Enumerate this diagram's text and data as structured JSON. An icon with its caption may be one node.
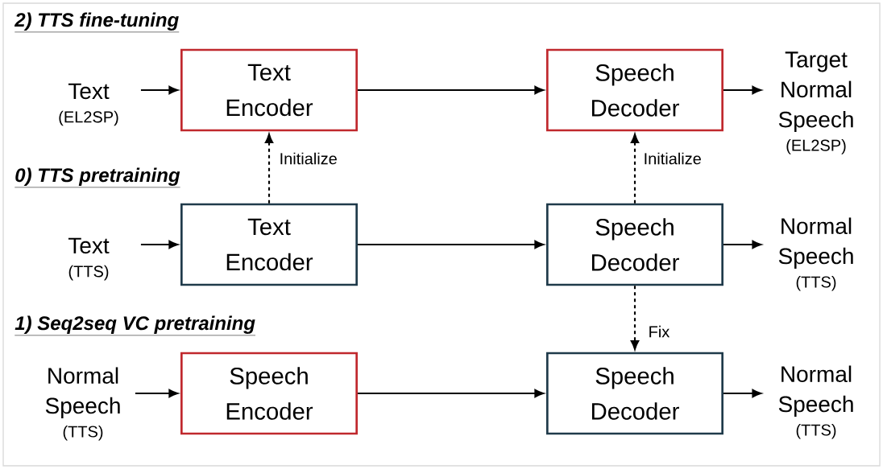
{
  "diagram": {
    "nodes": [
      {
        "text": [
          "Text",
          "(EL2SP)"
        ]
      },
      {
        "text": [
          "Text Encoder"
        ]
      },
      {
        "text": [
          "Speech Decoder"
        ]
      },
      {
        "text": [
          "Target Normal Speech",
          "(EL2SP)"
        ]
      },
      {
        "text": [
          "Text",
          "(TTS)"
        ]
      },
      {
        "text": [
          "Text Encoder"
        ]
      },
      {
        "text": [
          "Speech Decoder"
        ]
      },
      {
        "text": [
          "Normal Speech",
          "(TTS)"
        ]
      },
      {
        "text": [
          "Normal Speech",
          "(TTS)"
        ]
      },
      {
        "text": [
          "Speech Encoder"
        ]
      },
      {
        "text": [
          "Speech Decoder"
        ]
      },
      {
        "text": [
          "Normal Speech",
          "(TTS)"
        ]
      }
    ],
    "edges": [
      {
        "from": 0,
        "to": 1,
        "arrow": "to"
      },
      {
        "from": 1,
        "to": 2,
        "arrow": "to"
      },
      {
        "from": 2,
        "to": 3,
        "arrow": "to"
      },
      {
        "from": 5,
        "to": 1,
        "arrow": "to",
        "style": "dashed",
        "label": "Initialize"
      },
      {
        "from": 6,
        "to": 2,
        "arrow": "to",
        "style": "dashed",
        "label": "Initialize"
      },
      {
        "from": 4,
        "to": 5,
        "arrow": "to"
      },
      {
        "from": 5,
        "to": 6,
        "arrow": "to"
      },
      {
        "from": 6,
        "to": 7,
        "arrow": "to"
      },
      {
        "from": 6,
        "to": 10,
        "arrow": "to",
        "style": "dashed",
        "label": "Fix"
      },
      {
        "from": 8,
        "to": 9,
        "arrow": "to"
      },
      {
        "from": 9,
        "to": 10,
        "arrow": "to"
      },
      {
        "from": 10,
        "to": 11,
        "arrow": "to"
      }
    ],
    "labels": [
      "2) TTS fine-tuning",
      "0) TTS pretraining",
      "1) Seq2seq VC pretraining"
    ]
  }
}
